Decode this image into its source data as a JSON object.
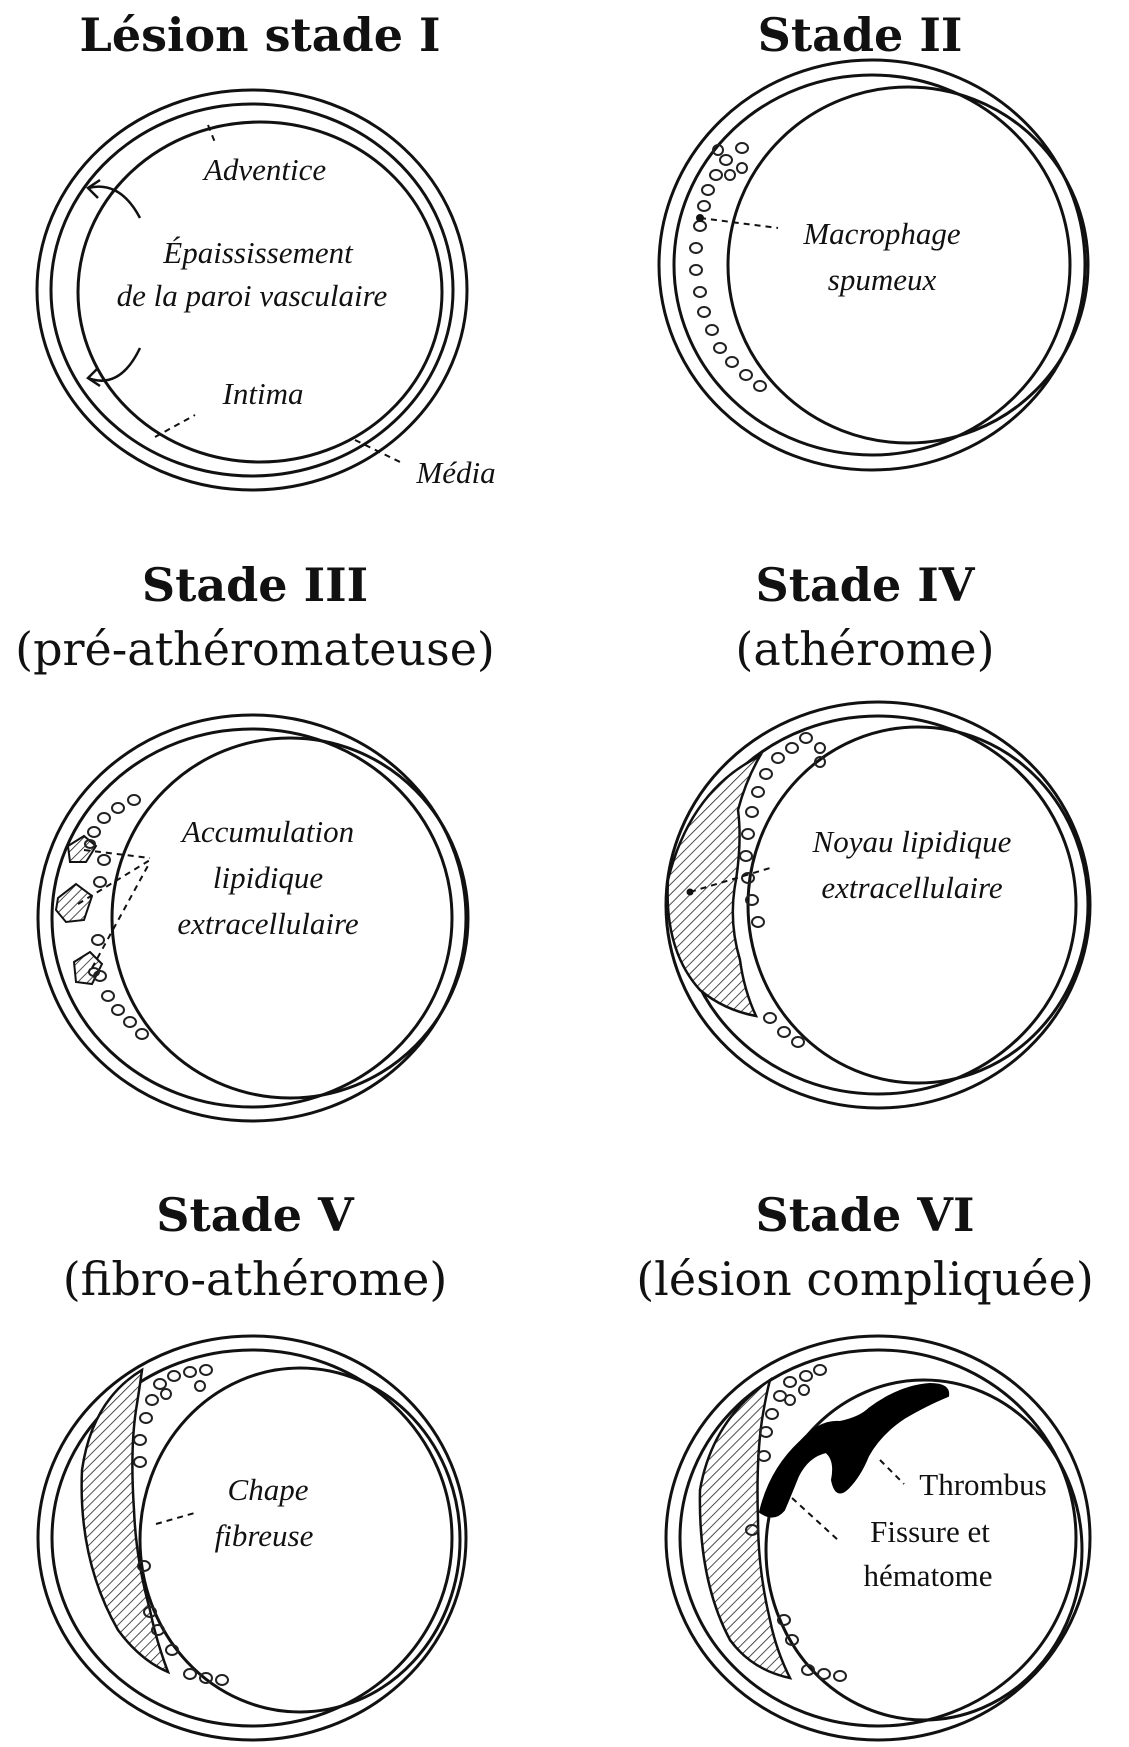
{
  "panels": [
    {
      "id": "stage1",
      "title": "Lésion stade I",
      "subtitle": "",
      "labels": {
        "adventice": "Adventice",
        "thickening_line1": "Épaississement",
        "thickening_line2": "de la paroi vasculaire",
        "intima": "Intima",
        "media": "Média"
      }
    },
    {
      "id": "stage2",
      "title": "Stade II",
      "subtitle": "",
      "labels": {
        "line1": "Macrophage",
        "line2": "spumeux"
      }
    },
    {
      "id": "stage3",
      "title": "Stade III",
      "subtitle": "(pré-athéromateuse)",
      "labels": {
        "line1": "Accumulation",
        "line2": "lipidique",
        "line3": "extracellulaire"
      }
    },
    {
      "id": "stage4",
      "title": "Stade IV",
      "subtitle": "(athérome)",
      "labels": {
        "line1": "Noyau lipidique",
        "line2": "extracellulaire"
      }
    },
    {
      "id": "stage5",
      "title": "Stade V",
      "subtitle": "(fibro-athérome)",
      "labels": {
        "line1": "Chape",
        "line2": "fibreuse"
      }
    },
    {
      "id": "stage6",
      "title": "Stade VI",
      "subtitle": "(lésion compliquée)",
      "labels": {
        "thrombus": "Thrombus",
        "line1": "Fissure et",
        "line2": "hématome"
      }
    }
  ]
}
